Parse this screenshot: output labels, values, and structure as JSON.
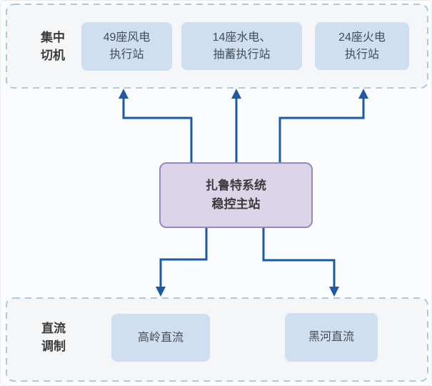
{
  "colors": {
    "canvas_bg": "#fbfcfd",
    "group_fill": "#f4f6f8",
    "dashed_border": "#aec8e2",
    "node_fill": "#cfdfef",
    "node_text": "#424c5a",
    "hub_fill": "#dcd5e9",
    "hub_border": "#9489bf",
    "hub_text": "#3b3b3b",
    "label_text": "#3b3b3b",
    "arrow": "#1d5aa6"
  },
  "top_group": {
    "label_lines": [
      "集中",
      "切机"
    ],
    "nodes": [
      {
        "lines": [
          "49座风电",
          "执行站"
        ]
      },
      {
        "lines": [
          "14座水电、",
          "抽蓄执行站"
        ]
      },
      {
        "lines": [
          "24座火电",
          "执行站"
        ]
      }
    ]
  },
  "hub": {
    "lines": [
      "扎鲁特系统",
      "稳控主站"
    ]
  },
  "bottom_group": {
    "label_lines": [
      "直流",
      "调制"
    ],
    "nodes": [
      {
        "label": "高岭直流"
      },
      {
        "label": "黑河直流"
      }
    ]
  }
}
